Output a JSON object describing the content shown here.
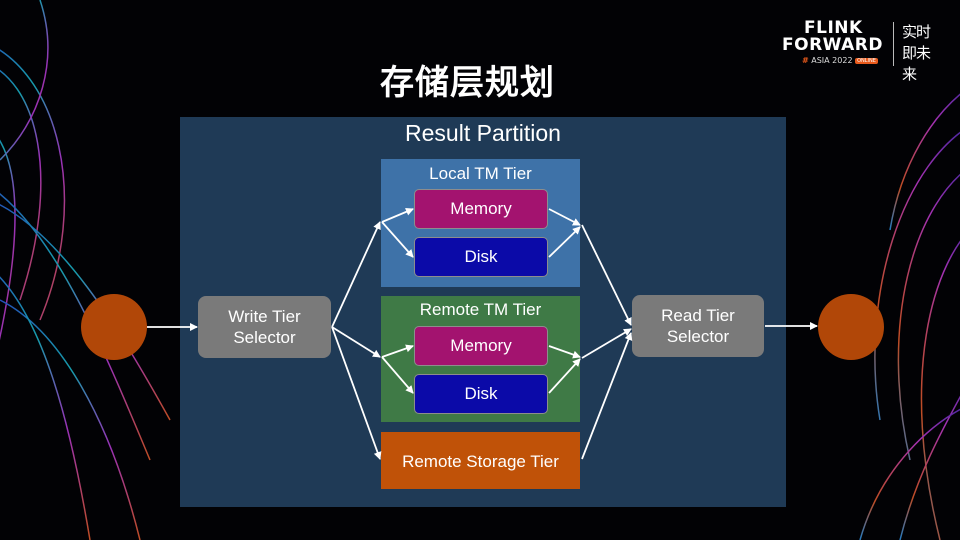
{
  "slide": {
    "title": "存储层规划"
  },
  "logo": {
    "line1": "FLINK",
    "line2": "FORWARD",
    "hash": "#",
    "event": "ASIA 2022",
    "badge": "ONLINE",
    "tagline_cn": "实时即未来"
  },
  "diagram": {
    "container_label": "Result Partition",
    "write_selector": "Write Tier Selector",
    "read_selector": "Read Tier Selector",
    "tiers": [
      {
        "label": "Local TM Tier",
        "color": "#3e72a8",
        "memory": "Memory",
        "disk": "Disk"
      },
      {
        "label": "Remote TM Tier",
        "color": "#3f7a46",
        "memory": "Memory",
        "disk": "Disk"
      },
      {
        "label": "Remote Storage Tier",
        "color": "#c05208"
      }
    ],
    "colors": {
      "panel": "#1f3a56",
      "memory": "#a3136f",
      "disk": "#0b0aa8",
      "selector": "#7a7a7a",
      "node": "#b14708"
    }
  }
}
